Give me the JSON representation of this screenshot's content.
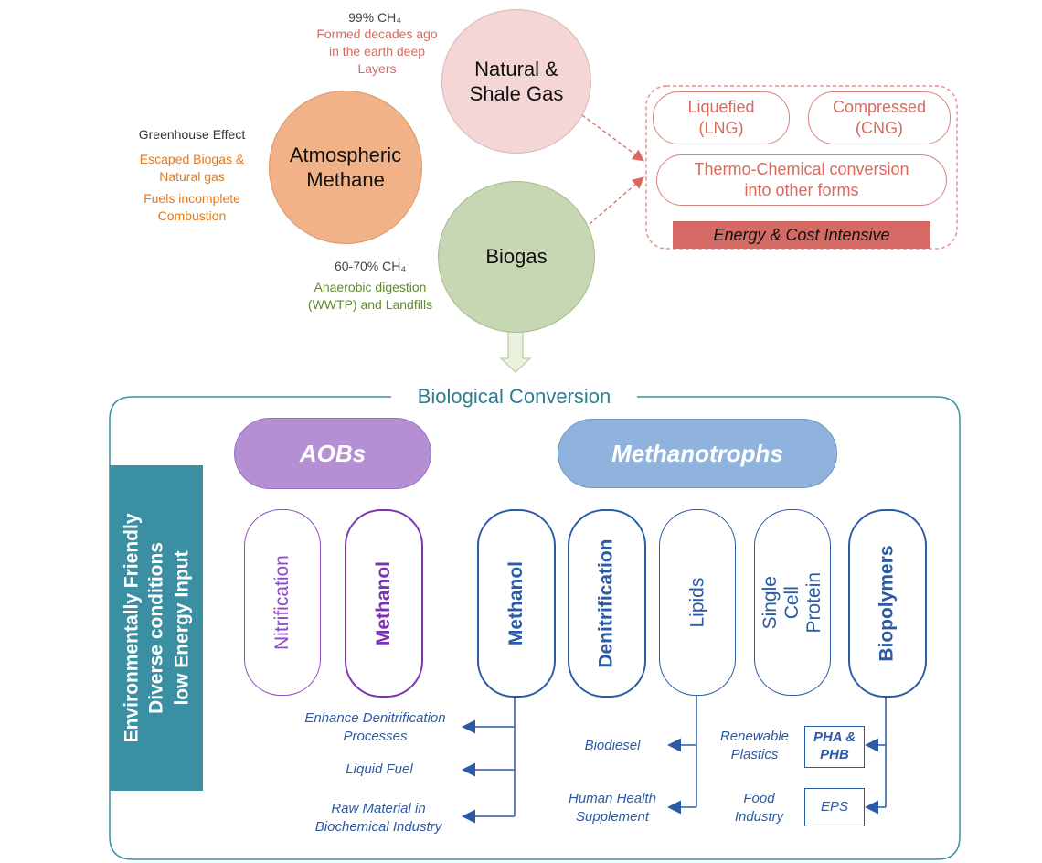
{
  "top": {
    "natural_gas": {
      "title": "Natural & Shale Gas",
      "ch4": "99% CH₄",
      "note": "Formed decades ago in the earth deep Layers"
    },
    "atmospheric": {
      "title": "Atmospheric Methane",
      "label": "Greenhouse Effect",
      "note1": "Escaped Biogas & Natural gas",
      "note2": "Fuels incomplete Combustion"
    },
    "biogas": {
      "title": "Biogas",
      "ch4": "60-70% CH₄",
      "note": "Anaerobic digestion (WWTP) and Landfills"
    },
    "conventional": {
      "lng": "Liquefied (LNG)",
      "cng": "Compressed (CNG)",
      "thermo": "Thermo-Chemical conversion into other forms",
      "banner": "Energy & Cost Intensive"
    }
  },
  "bio": {
    "title": "Biological Conversion",
    "side": [
      "Environmentally Friendly",
      "Diverse conditions",
      "low Energy Input"
    ],
    "aobs": "AOBs",
    "methanotrophs": "Methanotrophs",
    "pills": {
      "nitrification": "Nitrification",
      "aob_methanol": "Methanol",
      "methanol": "Methanol",
      "denitrification": "Denitrification",
      "lipids": "Lipids",
      "scp": "Single Cell Protein",
      "biopolymers": "Biopolymers"
    },
    "methanol_uses": {
      "u1": "Enhance Denitrification Processes",
      "u2": "Liquid Fuel",
      "u3": "Raw Material in Biochemical Industry"
    },
    "lipid_uses": {
      "u1": "Biodiesel",
      "u2": "Human Health Supplement"
    },
    "biopolymer_uses": {
      "u1": "Renewable Plastics",
      "b1": "PHA & PHB",
      "u2": "Food Industry",
      "b2": "EPS"
    }
  },
  "colors": {
    "natural_gas": "#f3d6d5",
    "atmospheric": "#f2b287",
    "biogas": "#c7d6b3",
    "red_accent": "#d9695e",
    "teal": "#3a8fa3",
    "aob": "#b48fd3",
    "methanotroph": "#8fb3dd",
    "blue": "#2b5aa6",
    "purple": "#7a33b3"
  }
}
